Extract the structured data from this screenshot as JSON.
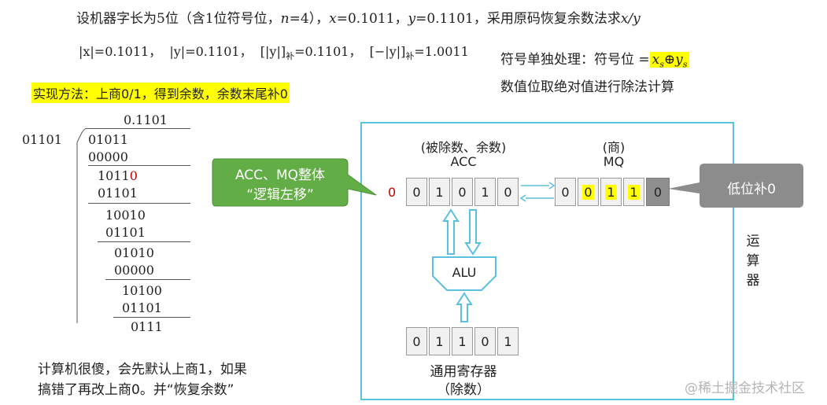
{
  "title": {
    "prefix": "设机器字长为5位（含1位符号位，",
    "n": "n",
    "n_eq": "=4），",
    "x": "x",
    "x_eq": "=0.1011，",
    "y": "y",
    "y_eq": "=0.1101，采用原码恢复余数法求",
    "xy": "x/y"
  },
  "line2": {
    "abs_x": "|x|=0.1011，",
    "abs_y": "|y|=0.1101，",
    "y_comp": "[|y|]",
    "bu": "补",
    "y_comp_val": "=0.1101，",
    "neg_y": "[−|y|]",
    "neg_y_val": "=1.0011"
  },
  "sign_note": {
    "text": "符号单独处理：符号位 =",
    "formula": "xs⊕ys"
  },
  "magnitude_note": "数值位取绝对值进行除法计算",
  "method_note": "实现方法：上商0/1，得到余数，余数末尾补0",
  "long_division": {
    "quotient": "0.1101",
    "divisor": "01101",
    "rows": [
      "01011",
      "00000",
      "1011",
      "0",
      "01101",
      "10010",
      "01101",
      "01010",
      "00000",
      "10100",
      "01101",
      "0111"
    ]
  },
  "bottom_note": [
    "计算机很傻，会先默认上商1，如果",
    "搞错了再改上商0。并“恢复余数”"
  ],
  "shift_callout": [
    "ACC、MQ整体",
    "“逻辑左移”"
  ],
  "low_bit_callout": "低位补0",
  "acc": {
    "label": "(被除数、余数)",
    "name": "ACC",
    "shifted_bit": "0",
    "bits": [
      "0",
      "1",
      "0",
      "1",
      "0"
    ]
  },
  "mq": {
    "label": "(商)",
    "name": "MQ",
    "bits": [
      "0",
      "0",
      "1",
      "1",
      "0"
    ]
  },
  "alu_label": "ALU",
  "gpr": {
    "bits": [
      "0",
      "1",
      "1",
      "0",
      "1"
    ],
    "label": "通用寄存器",
    "sub": "（除数）"
  },
  "operator_label": [
    "运",
    "算",
    "器"
  ],
  "watermark": "@稀土掘金技术社区",
  "colors": {
    "accent_blue": "#5bbfe0",
    "green_callout": "#63ad47",
    "gray_callout": "#8c8c8c",
    "highlight": "#ffff00",
    "red": "#c00000"
  }
}
